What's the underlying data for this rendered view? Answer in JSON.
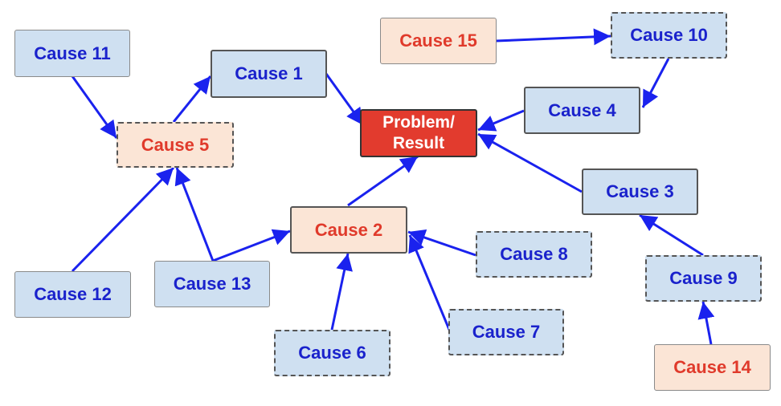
{
  "colors": {
    "arrow": "#1a22ee",
    "cause_fill": "#cfe0f1",
    "cause_text": "#1a22cc",
    "secondary_fill": "#fbe5d6",
    "secondary_text": "#e03a2b",
    "problem_fill": "#e23b2e",
    "problem_text": "#ffffff"
  },
  "nodes": {
    "problem": "Problem/\nResult",
    "c1": "Cause 1",
    "c2": "Cause 2",
    "c3": "Cause 3",
    "c4": "Cause 4",
    "c5": "Cause 5",
    "c6": "Cause 6",
    "c7": "Cause 7",
    "c8": "Cause 8",
    "c9": "Cause 9",
    "c10": "Cause 10",
    "c11": "Cause 11",
    "c12": "Cause 12",
    "c13": "Cause 13",
    "c14": "Cause 14",
    "c15": "Cause 15"
  },
  "edges": [
    {
      "from": "c1",
      "to": "problem"
    },
    {
      "from": "c2",
      "to": "problem"
    },
    {
      "from": "c3",
      "to": "problem"
    },
    {
      "from": "c4",
      "to": "problem"
    },
    {
      "from": "c5",
      "to": "c1"
    },
    {
      "from": "c11",
      "to": "c5"
    },
    {
      "from": "c12",
      "to": "c5"
    },
    {
      "from": "c13",
      "to": "c5"
    },
    {
      "from": "c13",
      "to": "c2"
    },
    {
      "from": "c6",
      "to": "c2"
    },
    {
      "from": "c7",
      "to": "c2"
    },
    {
      "from": "c8",
      "to": "c2"
    },
    {
      "from": "c9",
      "to": "c3"
    },
    {
      "from": "c14",
      "to": "c9"
    },
    {
      "from": "c10",
      "to": "c4"
    },
    {
      "from": "c15",
      "to": "c10"
    }
  ]
}
